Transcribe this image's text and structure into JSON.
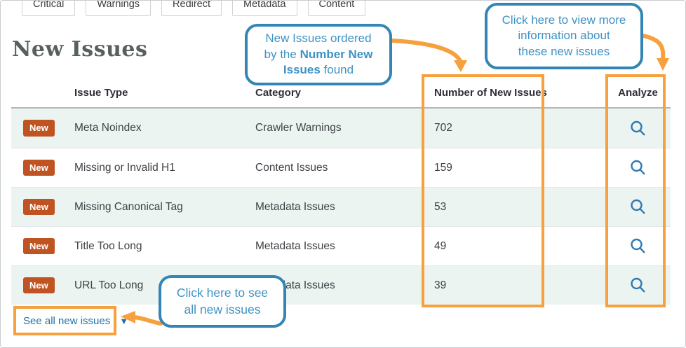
{
  "filters": {
    "buttons": [
      {
        "label": "Critical"
      },
      {
        "label": "Warnings"
      },
      {
        "label": "Redirect"
      },
      {
        "label": "Metadata"
      },
      {
        "label": "Content"
      }
    ]
  },
  "page": {
    "title": "New Issues"
  },
  "table": {
    "headers": {
      "issue_type": "Issue Type",
      "category": "Category",
      "count": "Number of New Issues",
      "analyze": "Analyze"
    },
    "rows": [
      {
        "badge": "New",
        "issue_type": "Meta Noindex",
        "category": "Crawler Warnings",
        "count": "702"
      },
      {
        "badge": "New",
        "issue_type": "Missing or Invalid H1",
        "category": "Content Issues",
        "count": "159"
      },
      {
        "badge": "New",
        "issue_type": "Missing Canonical Tag",
        "category": "Metadata Issues",
        "count": "53"
      },
      {
        "badge": "New",
        "issue_type": "Title Too Long",
        "category": "Metadata Issues",
        "count": "49"
      },
      {
        "badge": "New",
        "issue_type": "URL Too Long",
        "category": "Metadata Issues",
        "count": "39"
      }
    ]
  },
  "footer": {
    "see_all_label": "See all new issues",
    "dropdown_icon": "▼"
  },
  "annotations": {
    "callout_order": {
      "line1": "New Issues ordered",
      "line2_pre": "by the ",
      "line2_bold": "Number New",
      "line3_bold": "Issues",
      "line3_post": " found"
    },
    "callout_analyze": {
      "line1": "Click here to view more",
      "line2": "information about",
      "line3": "these new issues"
    },
    "callout_seeall": {
      "line1": "Click here to see",
      "line2": "all new issues"
    }
  },
  "colors": {
    "highlight_orange": "#F6A13E",
    "callout_border_blue": "#3285B5",
    "callout_text_blue": "#3E93C5",
    "badge_orange": "#BF5321",
    "link_blue": "#2173A9",
    "magnifier_blue": "#2E79B2",
    "row_alt_teal": "#ECF4F2"
  }
}
